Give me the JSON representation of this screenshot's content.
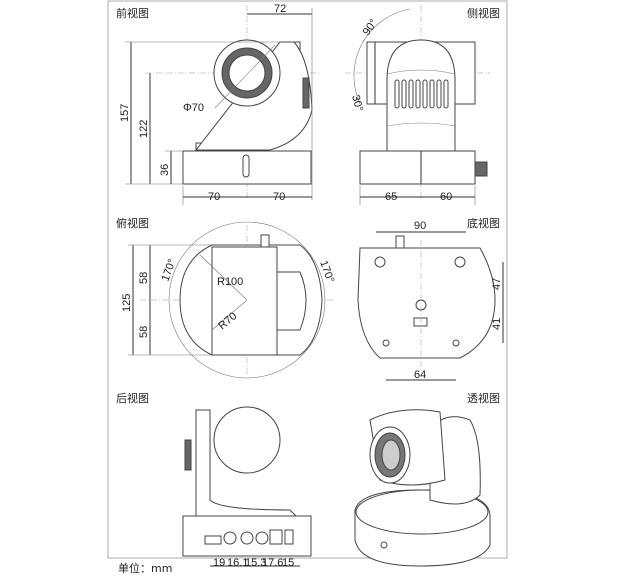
{
  "views": {
    "front": "前视图",
    "side": "侧视图",
    "top": "俯视图",
    "bottom": "底视图",
    "back": "后视图",
    "perspective": "透视图"
  },
  "front_dims": {
    "width_top": "72",
    "height_total": "157",
    "height_axis": "122",
    "base_height": "36",
    "lens_dia": "Φ70",
    "left": "70",
    "right": "70"
  },
  "side_dims": {
    "tilt_up": "90°",
    "tilt_down": "30°",
    "left": "65",
    "right": "60"
  },
  "top_dims": {
    "pan_left": "170°",
    "pan_right": "170°",
    "r_outer": "R100",
    "r_inner": "R70",
    "upper": "58",
    "lower": "58",
    "total": "125"
  },
  "bottom_dims": {
    "width": "90",
    "upper": "47",
    "lower": "41",
    "bottom_width": "64"
  },
  "back_dims": {
    "d1": "19",
    "d2": "16.1",
    "d3": "15.3",
    "d4": "17.6",
    "d5": "15"
  },
  "unit": "单位：mm"
}
